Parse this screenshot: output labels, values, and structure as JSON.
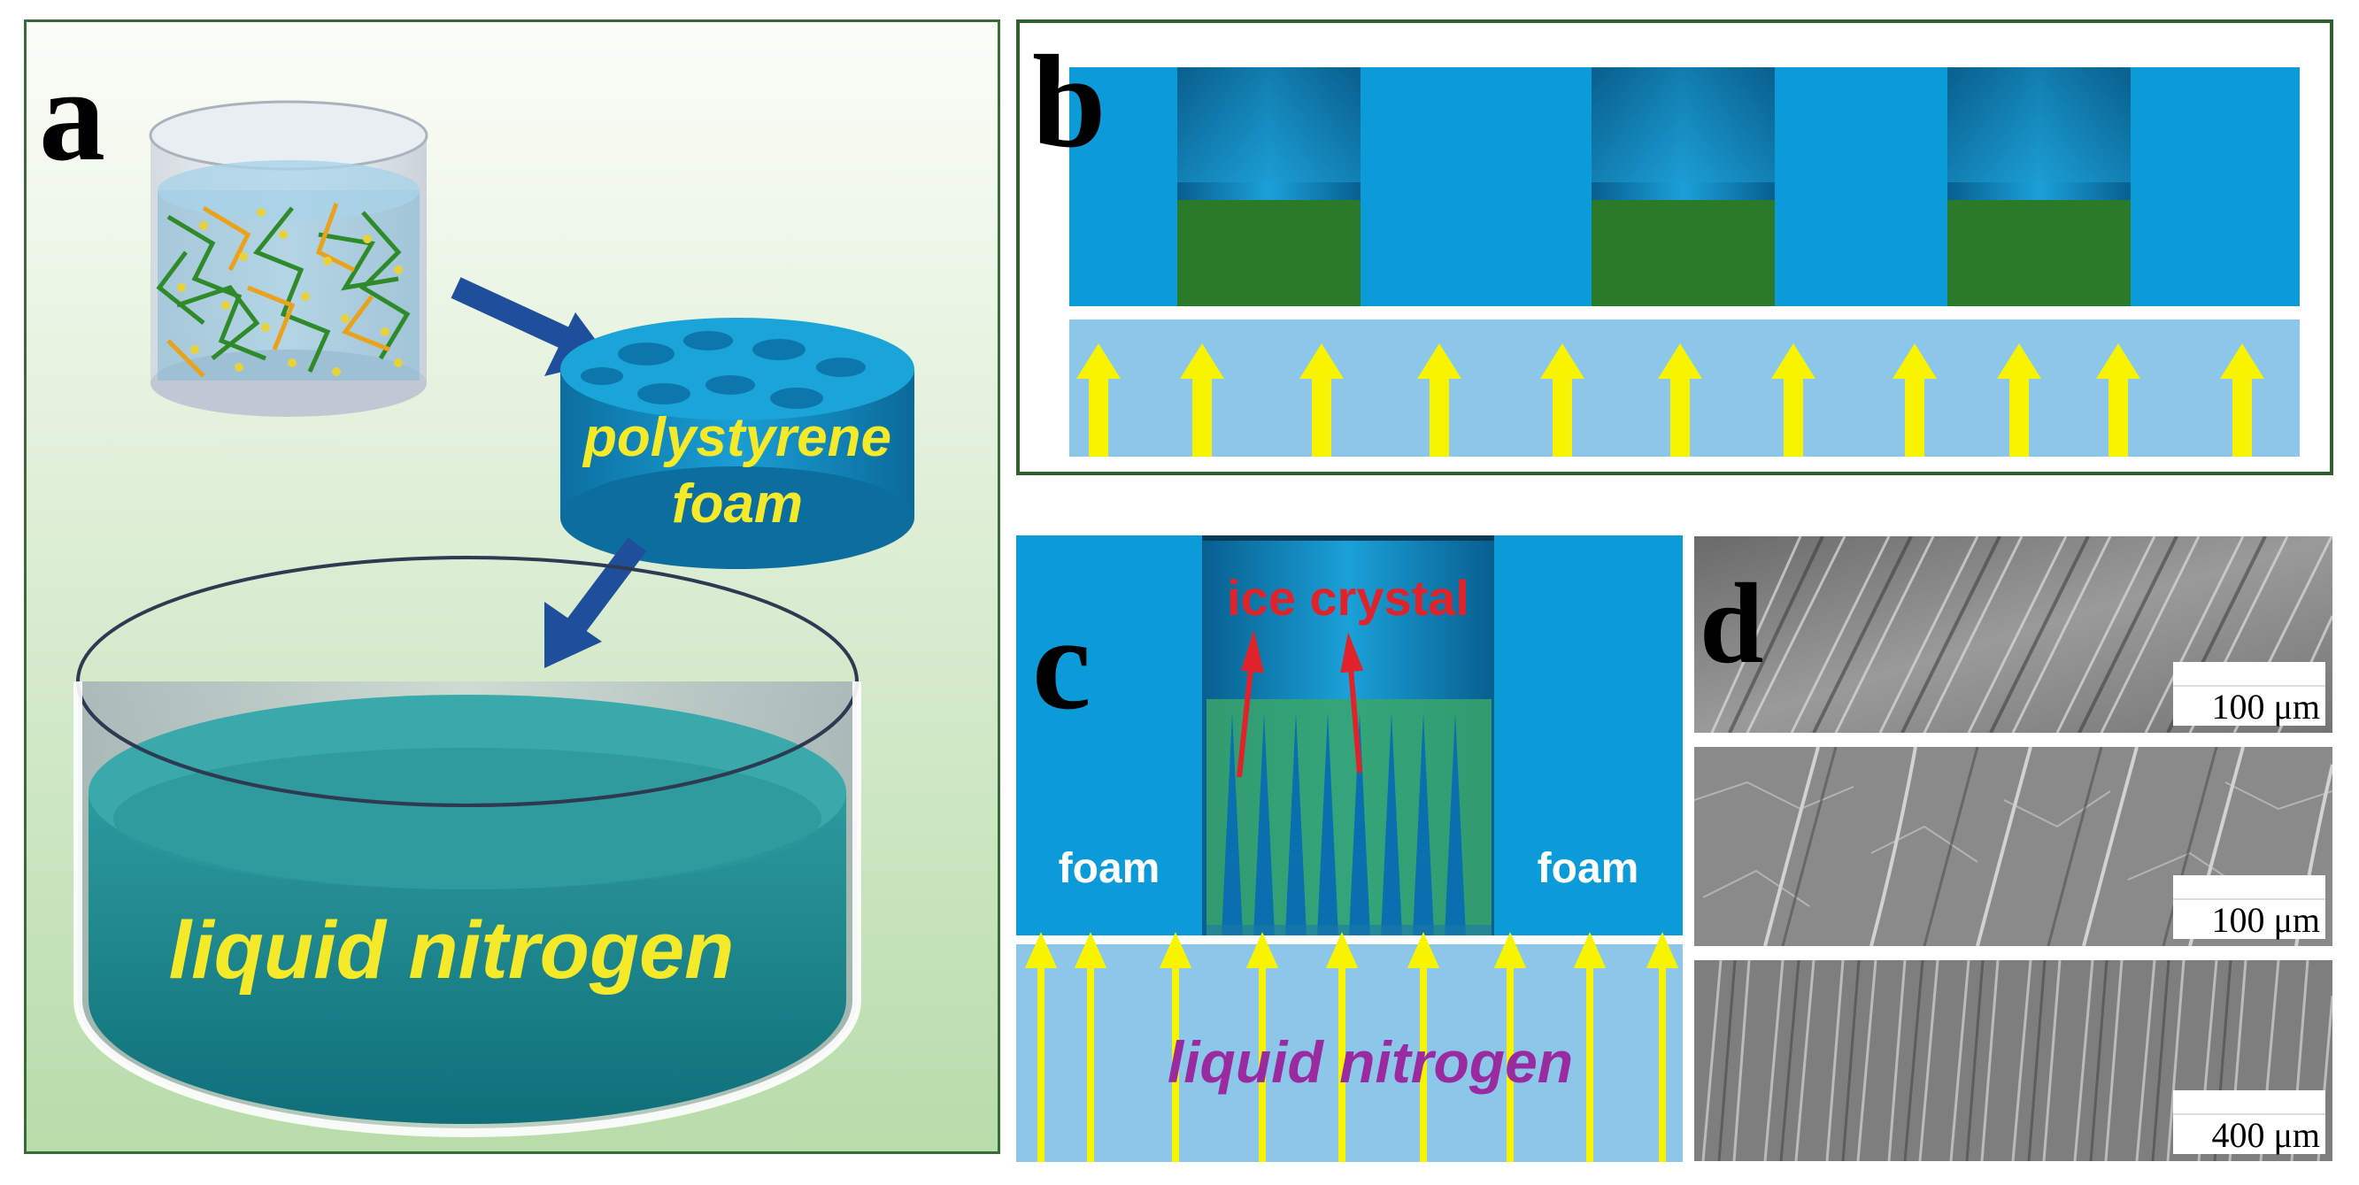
{
  "panels": {
    "a": {
      "letter": "a",
      "container_label": "polystyrene",
      "container_label2": "foam",
      "bath_label": "liquid nitrogen"
    },
    "b": {
      "letter": "b"
    },
    "c": {
      "letter": "c",
      "ice_label": "ice crystal",
      "foam_left": "foam",
      "foam_right": "foam",
      "bath_label": "liquid nitrogen"
    },
    "d": {
      "letter": "d",
      "scale_bars": [
        "100 μm",
        "100 μm",
        "400 μm"
      ]
    }
  },
  "colors": {
    "foam_blue": "#0a9bd8",
    "sample_green": "#2a7a2a",
    "bath_light": "#8cc7ea",
    "arrow_yellow": "#f8f400",
    "arrow_navy": "#1f4f9a",
    "frame_green": "#2f5f2f"
  }
}
